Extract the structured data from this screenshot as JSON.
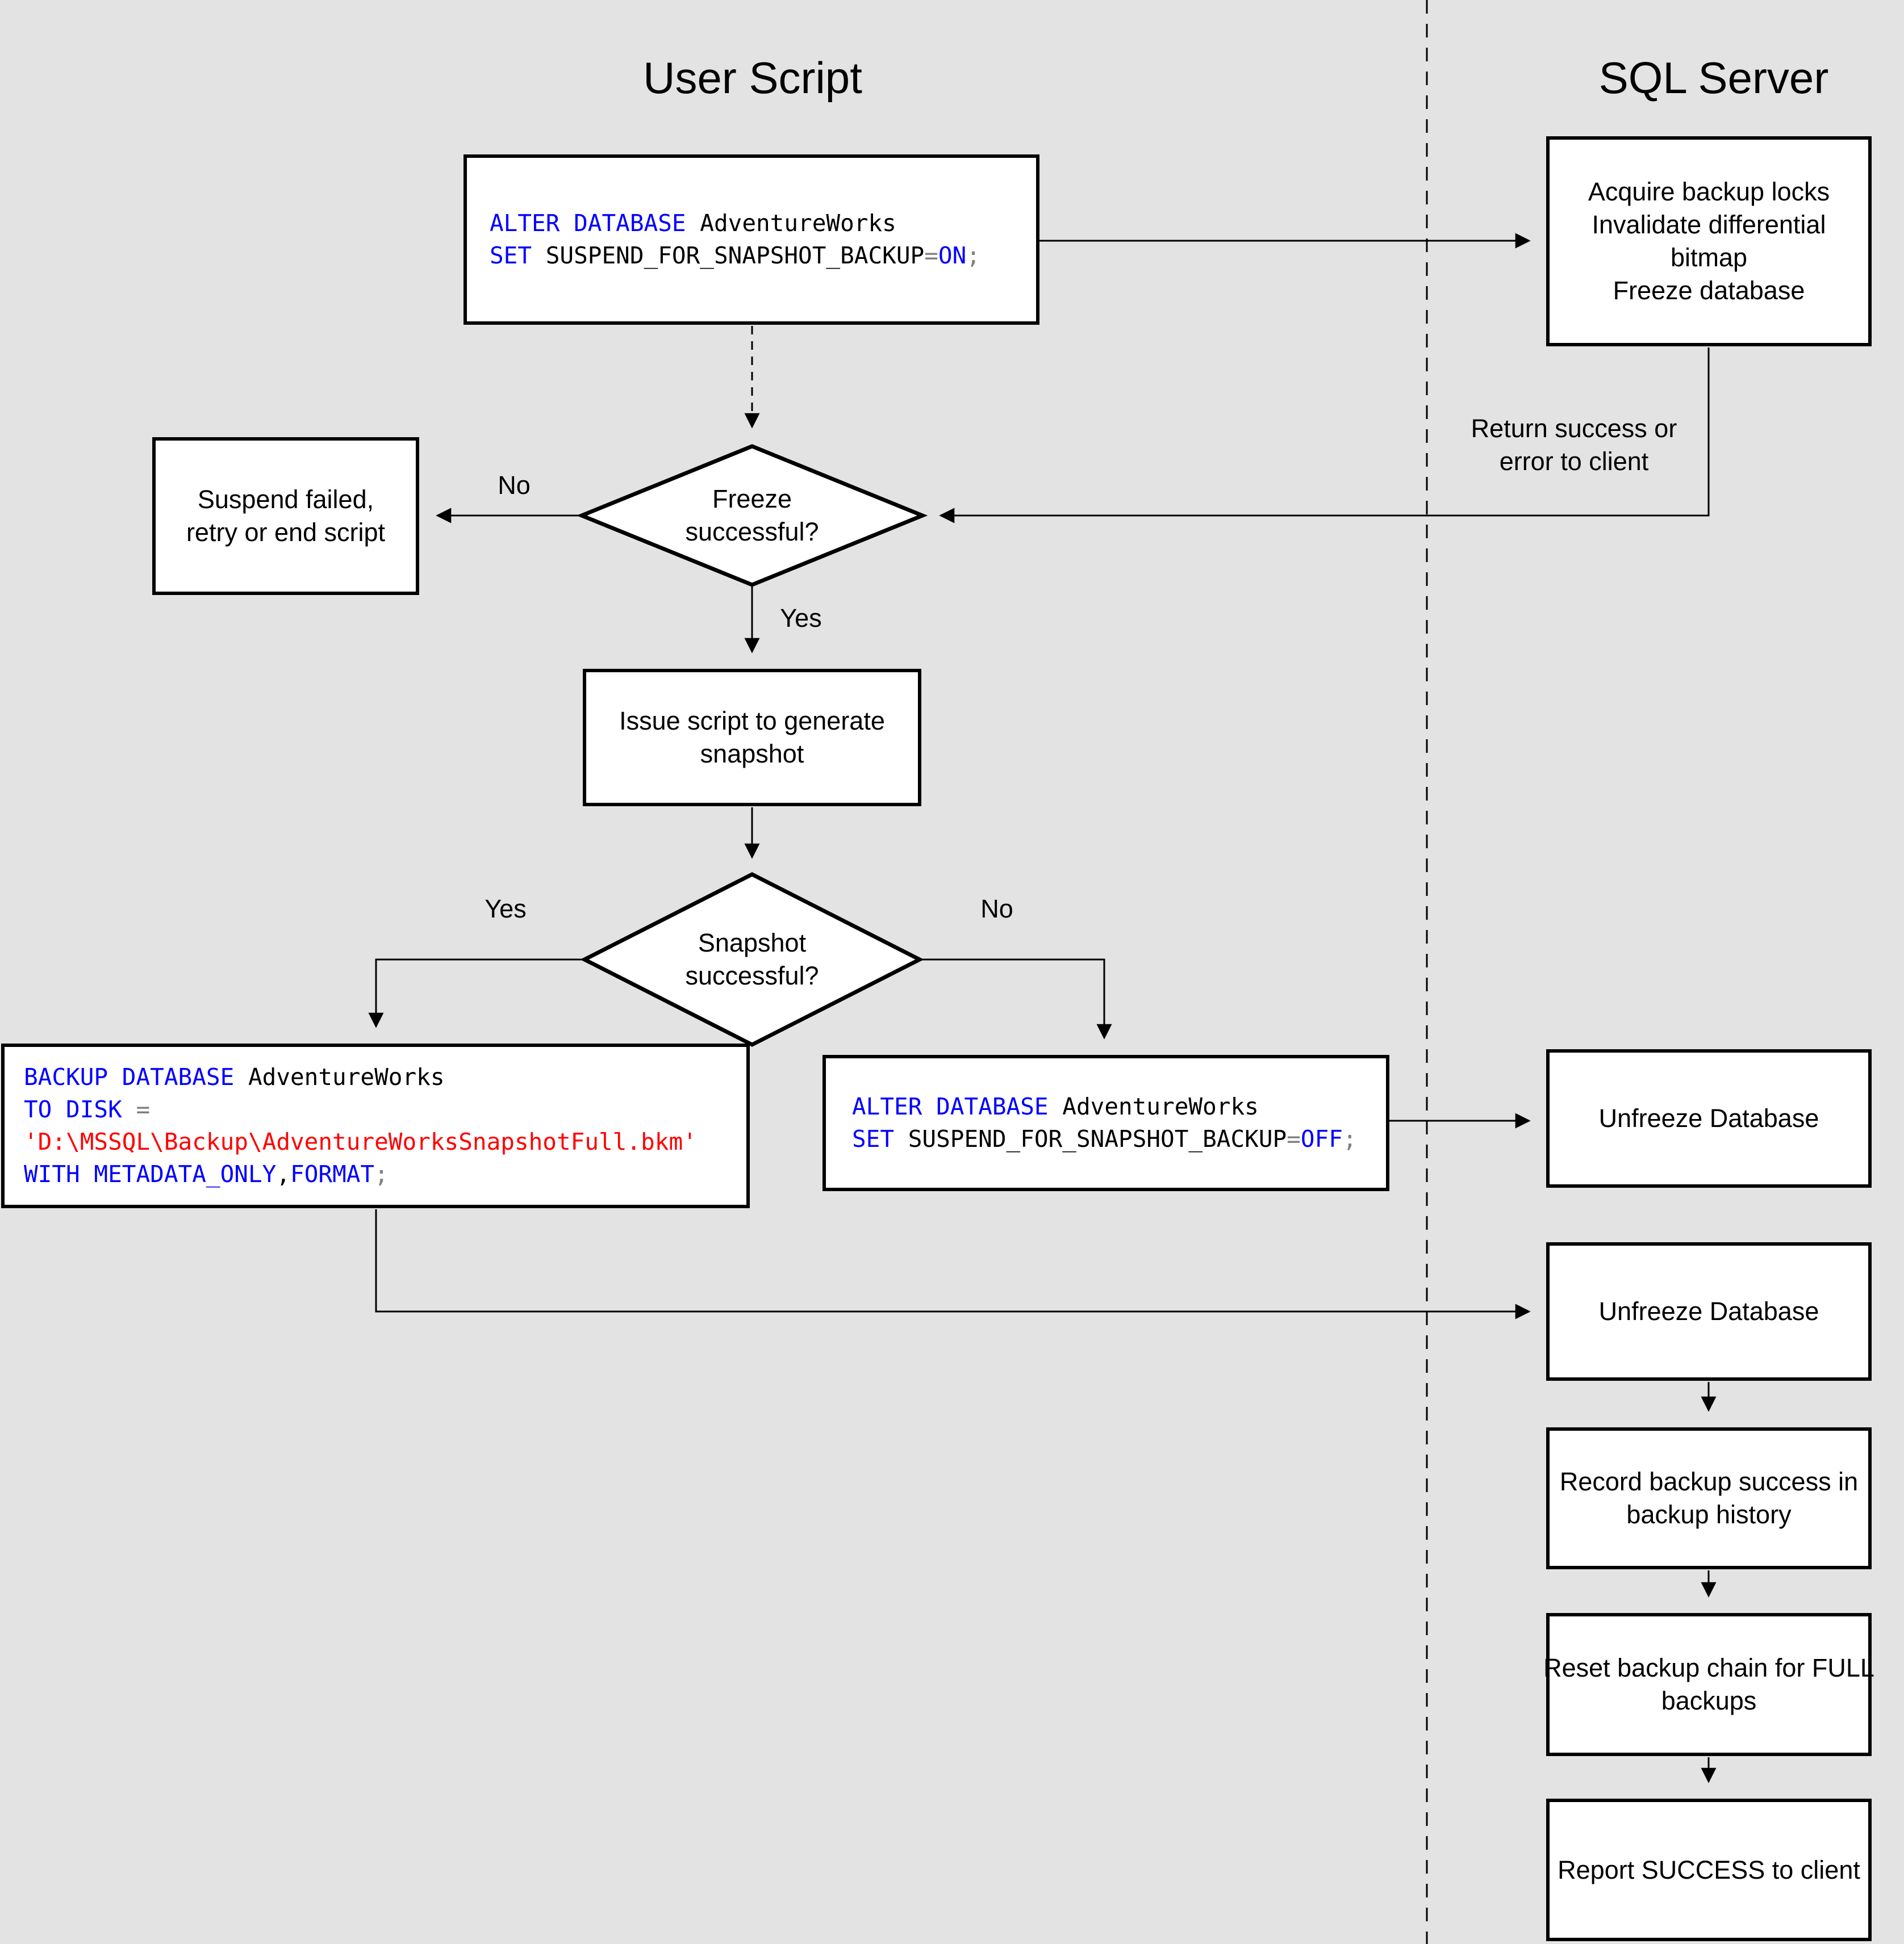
{
  "titles": {
    "user_script": "User Script",
    "sql_server": "SQL Server"
  },
  "colors": {
    "background": "#e3e3e3",
    "box_fill": "#ffffff",
    "line": "#000000",
    "keyword_blue": "#0000ff",
    "string_red": "#ff0000",
    "operator_gray": "#808080",
    "identifier_black": "#000000"
  },
  "nodes": {
    "alter_on": {
      "l1_kw": "ALTER DATABASE",
      "l1_id": " AdventureWorks",
      "l2_kw": "SET",
      "l2_id": " SUSPEND_FOR_SNAPSHOT_BACKUP",
      "l2_op": "=",
      "l2_kw2": "ON",
      "l2_end": ";"
    },
    "acquire": {
      "line1": "Acquire backup locks",
      "line2": "Invalidate differential",
      "line3": "bitmap",
      "line4": "Freeze database"
    },
    "return_note": {
      "line1": "Return success or",
      "line2": "error to client"
    },
    "freeze_decision": {
      "line1": "Freeze",
      "line2": "successful?"
    },
    "suspend": {
      "line1": "Suspend failed,",
      "line2": "retry or end script"
    },
    "issue": {
      "line1": "Issue script to generate",
      "line2": "snapshot"
    },
    "snapshot_decision": {
      "line1": "Snapshot",
      "line2": "successful?"
    },
    "backup_sql": {
      "l1_kw": "BACKUP DATABASE",
      "l1_id": " AdventureWorks",
      "l2_kw": "TO DISK",
      "l2_op": " =",
      "l3_str": "'D:\\MSSQL\\Backup\\AdventureWorksSnapshotFull.bkm'",
      "l4_kw": "WITH METADATA_ONLY",
      "l4_comma": ",",
      "l4_kw2": "FORMAT",
      "l4_end": ";"
    },
    "alter_off": {
      "l1_kw": "ALTER DATABASE",
      "l1_id": " AdventureWorks",
      "l2_kw": "SET",
      "l2_id": " SUSPEND_FOR_SNAPSHOT_BACKUP",
      "l2_op": "=",
      "l2_kw2": "OFF",
      "l2_end": ";"
    },
    "unfreeze1": {
      "line1": "Unfreeze Database"
    },
    "unfreeze2": {
      "line1": "Unfreeze Database"
    },
    "record": {
      "line1": "Record backup success in",
      "line2": "backup history"
    },
    "reset": {
      "line1": "Reset backup chain for FULL",
      "line2": "backups"
    },
    "report": {
      "line1": "Report SUCCESS to client"
    }
  },
  "edge_labels": {
    "freeze_no": "No",
    "freeze_yes": "Yes",
    "snapshot_yes": "Yes",
    "snapshot_no": "No"
  }
}
